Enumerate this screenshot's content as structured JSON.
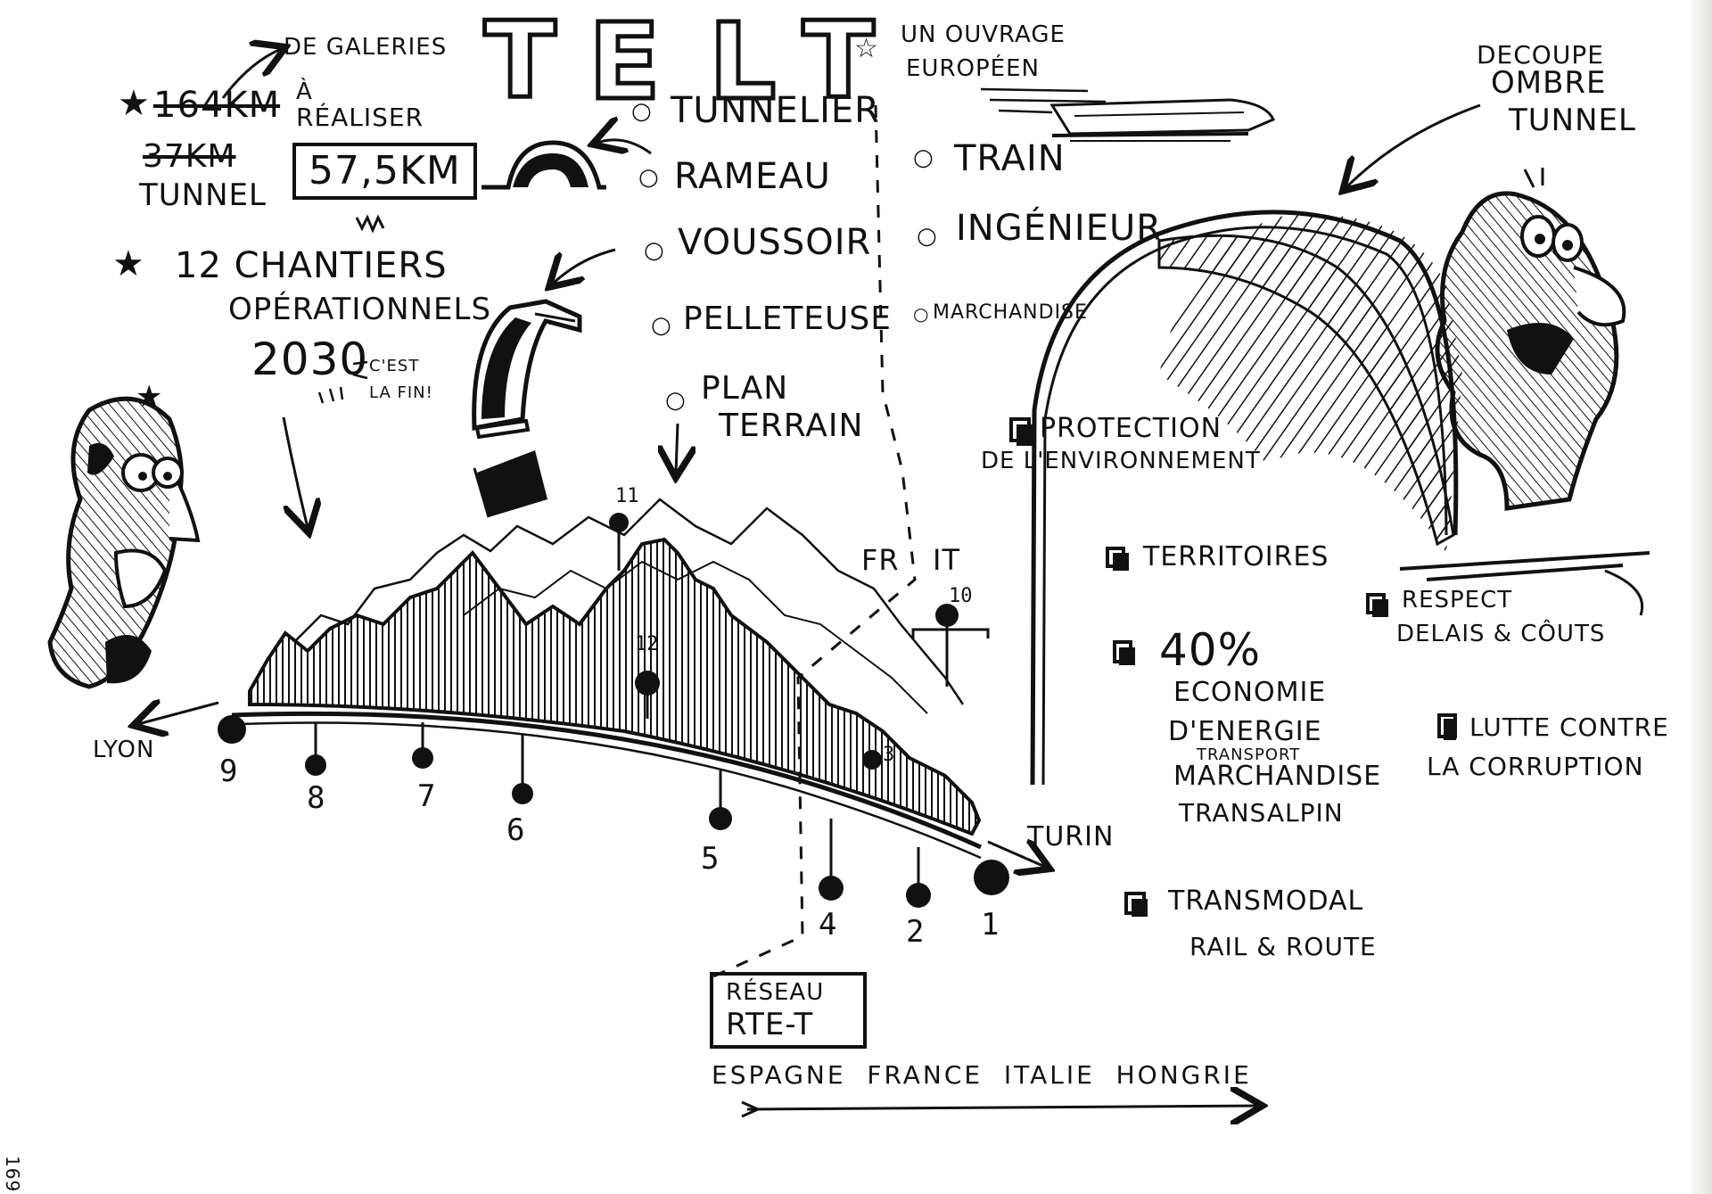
{
  "title": {
    "letters": [
      "T",
      "E",
      "L",
      "T"
    ]
  },
  "subtitle": {
    "line1": "UN OUVRAGE",
    "line2": "EUROPÉEN"
  },
  "galleries": {
    "arrow_note": "DE GALERIES",
    "km_struck": "164KM",
    "a_realiser_1": "À",
    "a_realiser_2": "RÉALISER",
    "tunnel_struck": "37KM",
    "tunnel": "TUNNEL",
    "boxed": "57,5KM"
  },
  "chantiers": {
    "line1": "12 CHANTIERS",
    "line2": "OPÉRATIONNELS",
    "year": "2030",
    "note1": "C'EST",
    "note2": "LA FIN!"
  },
  "vocab_left": [
    {
      "text": "TUNNELIER"
    },
    {
      "text": "RAMEAU"
    },
    {
      "text": "VOUSSOIR"
    },
    {
      "text": "PELLETEUSE"
    },
    {
      "text": "PLAN"
    },
    {
      "text": "TERRAIN"
    }
  ],
  "vocab_right": [
    {
      "text": "TRAIN"
    },
    {
      "text": "INGÉNIEUR"
    },
    {
      "text": "MARCHANDISE"
    }
  ],
  "shadow_note": {
    "line1": "DECOUPE",
    "line2": "OMBRE",
    "line3": "TUNNEL"
  },
  "border": {
    "fr": "FR",
    "it": "IT"
  },
  "cities": {
    "lyon": "LYON",
    "turin": "TURIN"
  },
  "sites": [
    "9",
    "8",
    "7",
    "6",
    "5",
    "4",
    "2",
    "1",
    "12",
    "3",
    "11",
    "10"
  ],
  "checklist": {
    "protection_1": "PROTECTION",
    "protection_2": "DE L'ENVIRONNEMENT",
    "territoires": "TERRITOIRES",
    "respect_1": "RESPECT",
    "respect_2": "DELAIS & CÔUTS",
    "percent": "40%",
    "eco_1": "ECONOMIE",
    "eco_2": "D'ENERGIE",
    "eco_3": "TRANSPORT",
    "eco_4": "MARCHANDISE",
    "eco_5": "TRANSALPIN",
    "lutte_1": "LUTTE CONTRE",
    "lutte_2": "LA CORRUPTION",
    "transmodal_1": "TRANSMODAL",
    "transmodal_2": "RAIL & ROUTE"
  },
  "reseau": {
    "line1": "RÉSEAU",
    "line2": "RTE-T"
  },
  "countries": "ESPAGNE  FRANCE  ITALIE  HONGRIE",
  "page_number": "169"
}
